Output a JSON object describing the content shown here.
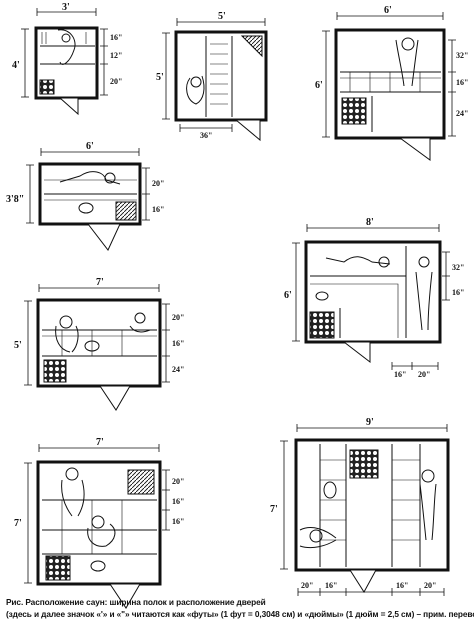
{
  "figure": {
    "caption_line1": "Рис. Расположение саун: ширина полок и расположение дверей",
    "caption_line2": "(здесь и далее значок «'» и «\"» читаются как «футы» (1 фут = 0,3048 см) и «дюймы» (1 дюйм = 2,5 см) – прим. перевод.)"
  },
  "plans": [
    {
      "id": "p1",
      "width_label": "3'",
      "height_label": "4'",
      "side_labels": [
        "16\"",
        "12\"",
        "20\""
      ]
    },
    {
      "id": "p2",
      "width_label": "5'",
      "height_label": "5'",
      "bottom_labels": [
        "36\""
      ]
    },
    {
      "id": "p3",
      "width_label": "6'",
      "height_label": "6'",
      "side_labels": [
        "32\"",
        "16\"",
        "24\""
      ]
    },
    {
      "id": "p4",
      "width_label": "6'",
      "height_label": "3'8\"",
      "side_labels": [
        "20\"",
        "16\""
      ]
    },
    {
      "id": "p5",
      "width_label": "8'",
      "height_label": "6'",
      "side_labels": [
        "32\"",
        "16\""
      ],
      "bottom_labels": [
        "16\"",
        "20\""
      ]
    },
    {
      "id": "p6",
      "width_label": "7'",
      "height_label": "5'",
      "side_labels": [
        "20\"",
        "16\"",
        "24\""
      ]
    },
    {
      "id": "p7",
      "width_label": "7'",
      "height_label": "7'",
      "side_labels": [
        "20\"",
        "16\"",
        "16\""
      ]
    },
    {
      "id": "p8",
      "width_label": "9'",
      "height_label": "7'",
      "bottom_labels": [
        "20\"",
        "16\"",
        "16\"",
        "20\""
      ]
    }
  ]
}
